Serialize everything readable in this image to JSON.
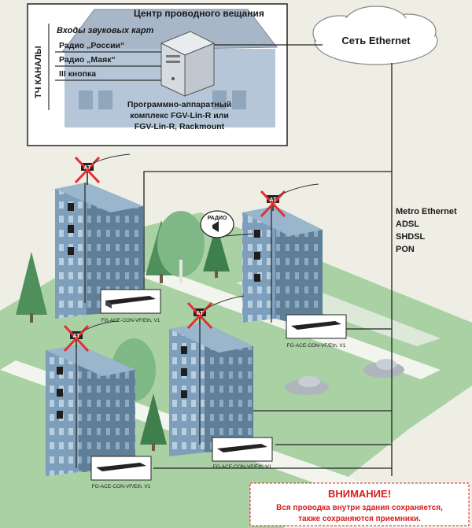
{
  "center": {
    "title": "Центр проводного вещания",
    "tch_label": "ТЧ КАНАЛЫ",
    "inputs_title": "Входы звуковых карт",
    "inputs": [
      "Радио „России“",
      "Радио „Маяк“",
      "III кнопка"
    ],
    "complex": [
      "Программно-аппаратный",
      "комплекс FGV-Lin-R или",
      "FGV-Lin-R, Rackmount"
    ]
  },
  "network": {
    "cloud_label": "Сеть Ethernet",
    "technologies": [
      "Metro Ethernet",
      "ADSL",
      "SHDSL",
      "PON"
    ]
  },
  "device_label": "FG-ACE-CON-VF/Eth, V1",
  "antenna_label": "АТ",
  "radio_label": "РАДИО",
  "warning": {
    "title": "ВНИМАНИЕ!",
    "lines": [
      "Вся проводка внутри здания сохраняется,",
      "также сохраняются приемники."
    ]
  },
  "colors": {
    "ground": "#a9d1a4",
    "road": "#f2f4ee",
    "building_front": "#7d9fbb",
    "building_side": "#5f7f98",
    "cross": "#e03030",
    "warning_text": "#d62020"
  }
}
